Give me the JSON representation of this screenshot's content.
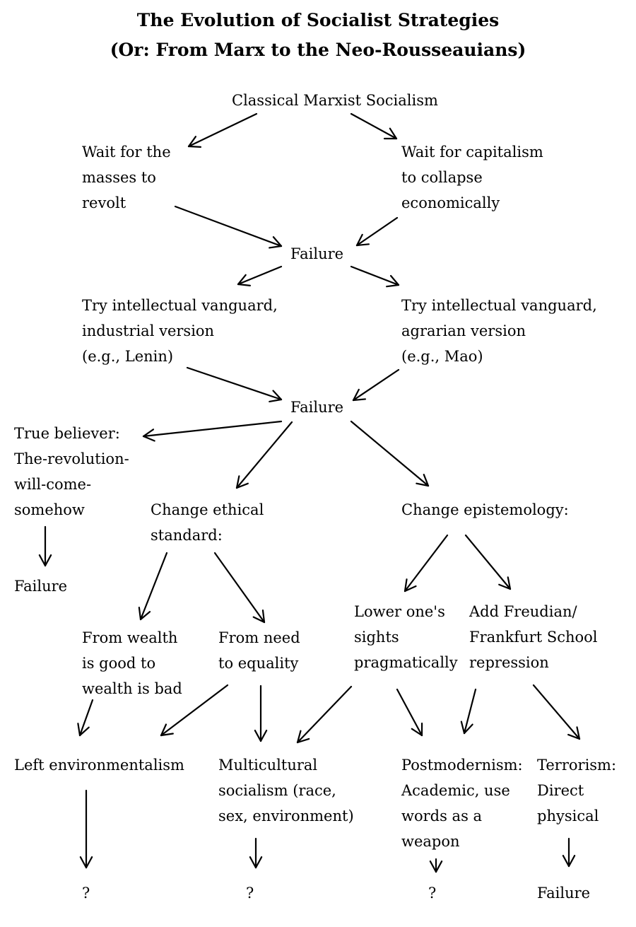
{
  "title": "The Evolution of Socialist Strategies",
  "subtitle": "(Or: From Marx to the Neo-Rousseauians)",
  "nodes": {
    "classical": [
      "Classical Marxist Socialism"
    ],
    "wait_masses": [
      "Wait for the",
      "masses to",
      "revolt"
    ],
    "wait_collapse": [
      "Wait for capitalism",
      "to collapse",
      "economically"
    ],
    "failure_1": [
      "Failure"
    ],
    "vanguard_industrial": [
      "Try intellectual vanguard,",
      "industrial version",
      "(e.g., Lenin)"
    ],
    "vanguard_agrarian": [
      "Try intellectual vanguard,",
      "agrarian version",
      "(e.g., Mao)"
    ],
    "failure_2": [
      "Failure"
    ],
    "true_believer": [
      "True believer:",
      "The-revolution-",
      "will-come-",
      "somehow"
    ],
    "change_ethical": [
      "Change ethical",
      "standard:"
    ],
    "change_epistemology": [
      "Change epistemology:"
    ],
    "failure_tb": [
      "Failure"
    ],
    "wealth": [
      "From wealth",
      "is good to",
      "wealth is bad"
    ],
    "need_equality": [
      "From need",
      "to equality"
    ],
    "lower_sights": [
      "Lower one's",
      "sights",
      "pragmatically"
    ],
    "freudian": [
      "Add Freudian/",
      "Frankfurt School",
      "repression"
    ],
    "left_env": [
      "Left environmentalism"
    ],
    "multicultural": [
      "Multicultural",
      "socialism (race,",
      "sex, environment)"
    ],
    "postmodernism": [
      "Postmodernism:",
      "Academic, use",
      "words as a",
      "weapon"
    ],
    "terrorism": [
      "Terrorism:",
      "Direct",
      "physical"
    ],
    "q_left_env": [
      "?"
    ],
    "q_multicultural": [
      "?"
    ],
    "q_postmodernism": [
      "?"
    ],
    "failure_terrorism": [
      "Failure"
    ]
  }
}
